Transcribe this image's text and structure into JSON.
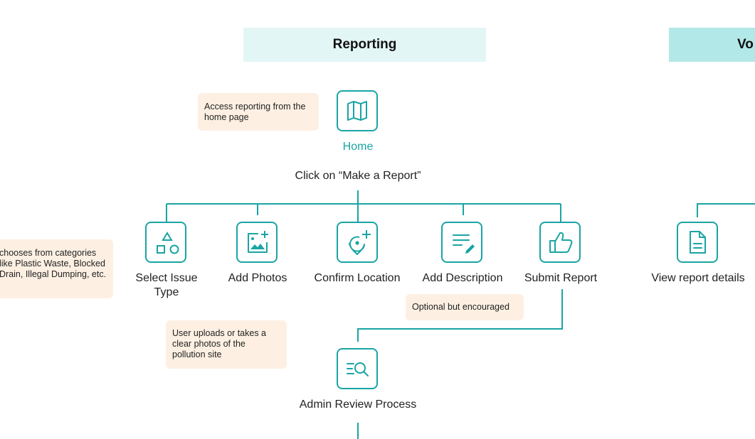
{
  "headers": {
    "reporting": "Reporting",
    "voting_partial": "Vo"
  },
  "nodes": {
    "home": "Home",
    "click_make_report": "Click on “Make a Report”",
    "select_issue_type": "Select Issue Type",
    "add_photos": "Add Photos",
    "confirm_location": "Confirm Location",
    "add_description": "Add Description",
    "submit_report": "Submit Report",
    "admin_review": "Admin Review Process",
    "view_report_details": "View report details"
  },
  "notes": {
    "access_home": "Access reporting from the home page",
    "categories": "chooses from categories like Plastic Waste, Blocked Drain, Illegal Dumping, etc.",
    "optional": "Optional but encouraged",
    "uploads": "User uploads or takes a clear photos of the pollution site"
  },
  "icons": {
    "home": "map-icon",
    "select_issue_type": "shapes-icon",
    "add_photos": "add-image-icon",
    "confirm_location": "location-plus-icon",
    "add_description": "edit-text-icon",
    "submit_report": "thumbs-up-icon",
    "admin_review": "search-list-icon",
    "view_report_details": "document-icon"
  },
  "colors": {
    "accent": "#1aa4a4",
    "header_reporting": "#e3f6f6",
    "header_voting": "#b3e8e8",
    "note_bg": "#fdf0e3"
  }
}
